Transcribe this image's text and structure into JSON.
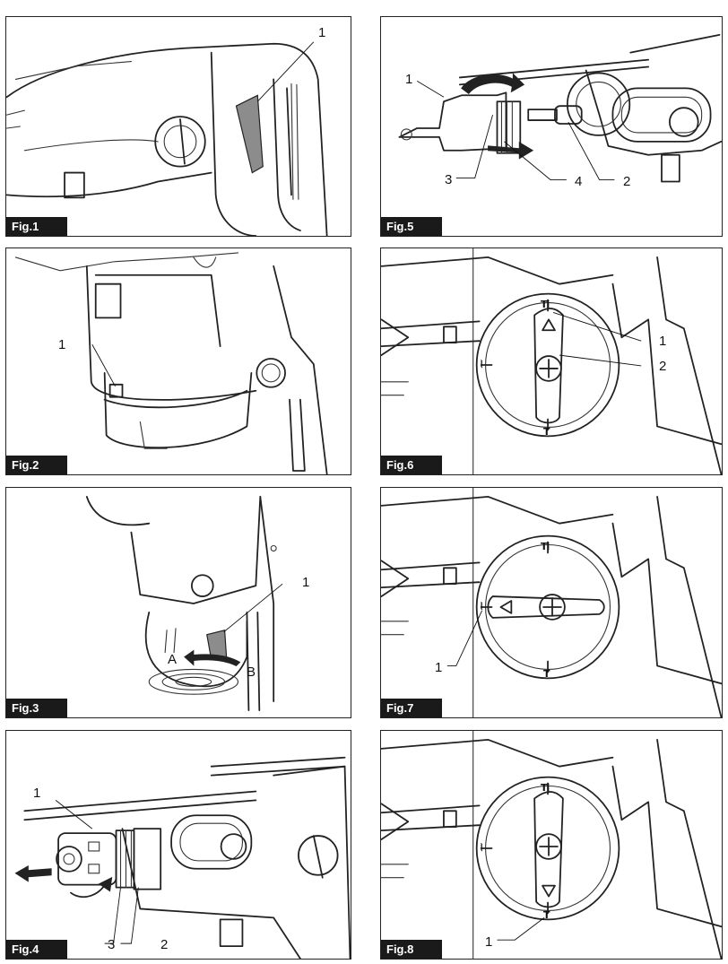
{
  "figures": [
    {
      "label": "Fig.1",
      "callouts": [
        "1"
      ]
    },
    {
      "label": "Fig.2",
      "callouts": [
        "1"
      ]
    },
    {
      "label": "Fig.3",
      "callouts": [
        "1",
        "A",
        "B"
      ]
    },
    {
      "label": "Fig.4",
      "callouts": [
        "1",
        "2",
        "3"
      ]
    },
    {
      "label": "Fig.5",
      "callouts": [
        "1",
        "2",
        "3",
        "4"
      ]
    },
    {
      "label": "Fig.6",
      "callouts": [
        "1",
        "2"
      ],
      "marks": {
        "top": "T⦚",
        "left": "⦚",
        "bottom": "T"
      }
    },
    {
      "label": "Fig.7",
      "callouts": [
        "1"
      ],
      "marks": {
        "top": "T⦚",
        "left": "⦚",
        "bottom": "T"
      }
    },
    {
      "label": "Fig.8",
      "callouts": [
        "1"
      ],
      "marks": {
        "top": "T⦚",
        "left": "⦚",
        "bottom": "T"
      }
    }
  ]
}
